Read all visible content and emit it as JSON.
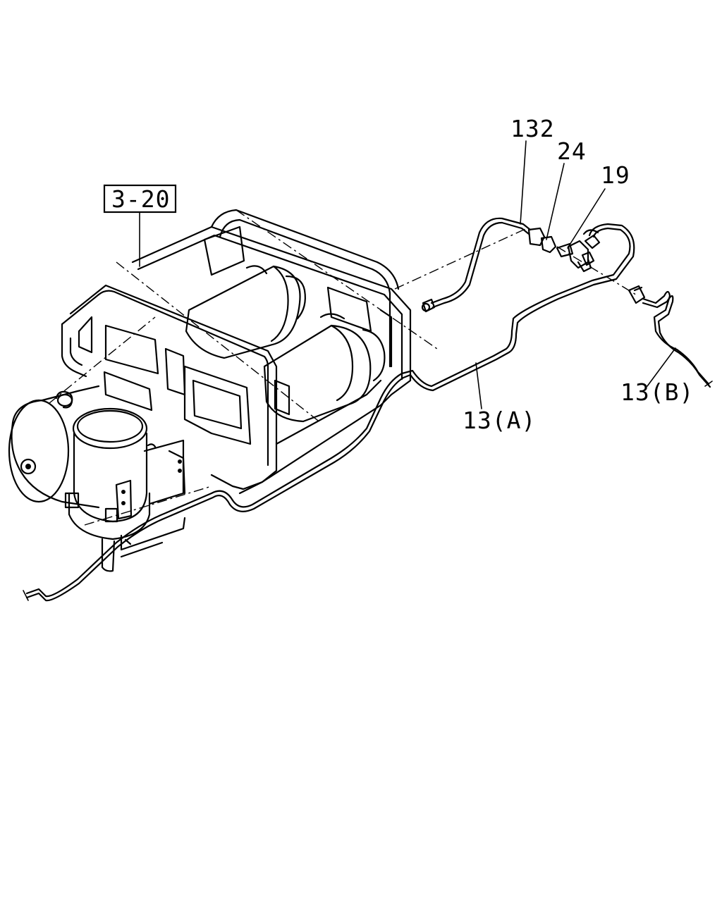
{
  "reference_box": {
    "label": "3-20"
  },
  "callouts": [
    {
      "id": "132",
      "text": "132"
    },
    {
      "id": "24",
      "text": "24"
    },
    {
      "id": "19",
      "text": "19"
    },
    {
      "id": "13A",
      "text": "13(A)"
    },
    {
      "id": "13B",
      "text": "13(B)"
    }
  ]
}
